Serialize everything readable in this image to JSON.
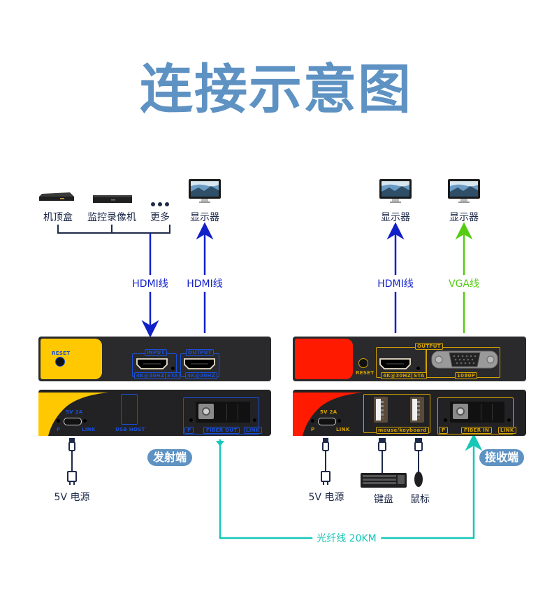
{
  "title": "连接示意图",
  "sources": [
    {
      "label": "机顶盒",
      "icon": "set-top-box-icon"
    },
    {
      "label": "监控录像机",
      "icon": "nvr-recorder-icon"
    },
    {
      "label": "更多",
      "icon": "more-dots-icon"
    }
  ],
  "tx_display": {
    "label": "显示器",
    "icon": "monitor-icon"
  },
  "rx_displays": [
    {
      "label": "显示器",
      "icon": "monitor-icon"
    },
    {
      "label": "显示器",
      "icon": "monitor-icon"
    }
  ],
  "cables": {
    "tx_hdmi_in": "HDMI线",
    "tx_hdmi_out": "HDMI线",
    "rx_hdmi": "HDMI线",
    "rx_vga": "VGA线",
    "fiber": "光纤线 20KM"
  },
  "transmitter": {
    "badge": "发射端",
    "accent": "#ffc800",
    "port_color": "#1a4fd6",
    "front": {
      "reset": "RESET",
      "input_label": "INPUT",
      "output_label": "OUTPUT",
      "input_res": "4K@30HZ",
      "sta": "STA",
      "output_res": "4K@30HZ"
    },
    "back": {
      "power": "5V 2A",
      "p": "P",
      "link": "LINK",
      "usb_host": "USB HOST",
      "fiber_p": "P",
      "fiber_label": "FIBER OUT",
      "fiber_link": "LINK"
    },
    "power_label": "5V 电源"
  },
  "receiver": {
    "badge": "接收端",
    "accent": "#ff1a00",
    "port_color": "#d4a200",
    "front": {
      "reset": "RESET",
      "output_label": "OUTPUT",
      "hdmi_res": "4K@30HZ",
      "sta": "STA",
      "vga_res": "1080P"
    },
    "back": {
      "power": "5V 2A",
      "p": "P",
      "link": "LINK",
      "usb_label": "mouse/keyboard",
      "fiber_p": "P",
      "fiber_label": "FIBER IN",
      "fiber_link": "LINK"
    },
    "power_label": "5V 电源",
    "keyboard_label": "键盘",
    "mouse_label": "鼠标"
  },
  "colors": {
    "title": "#5e92c3",
    "hdmi": "#1220c8",
    "vga": "#55cc11",
    "fiber": "#15c7b8",
    "bracket": "#1e2a4a"
  }
}
